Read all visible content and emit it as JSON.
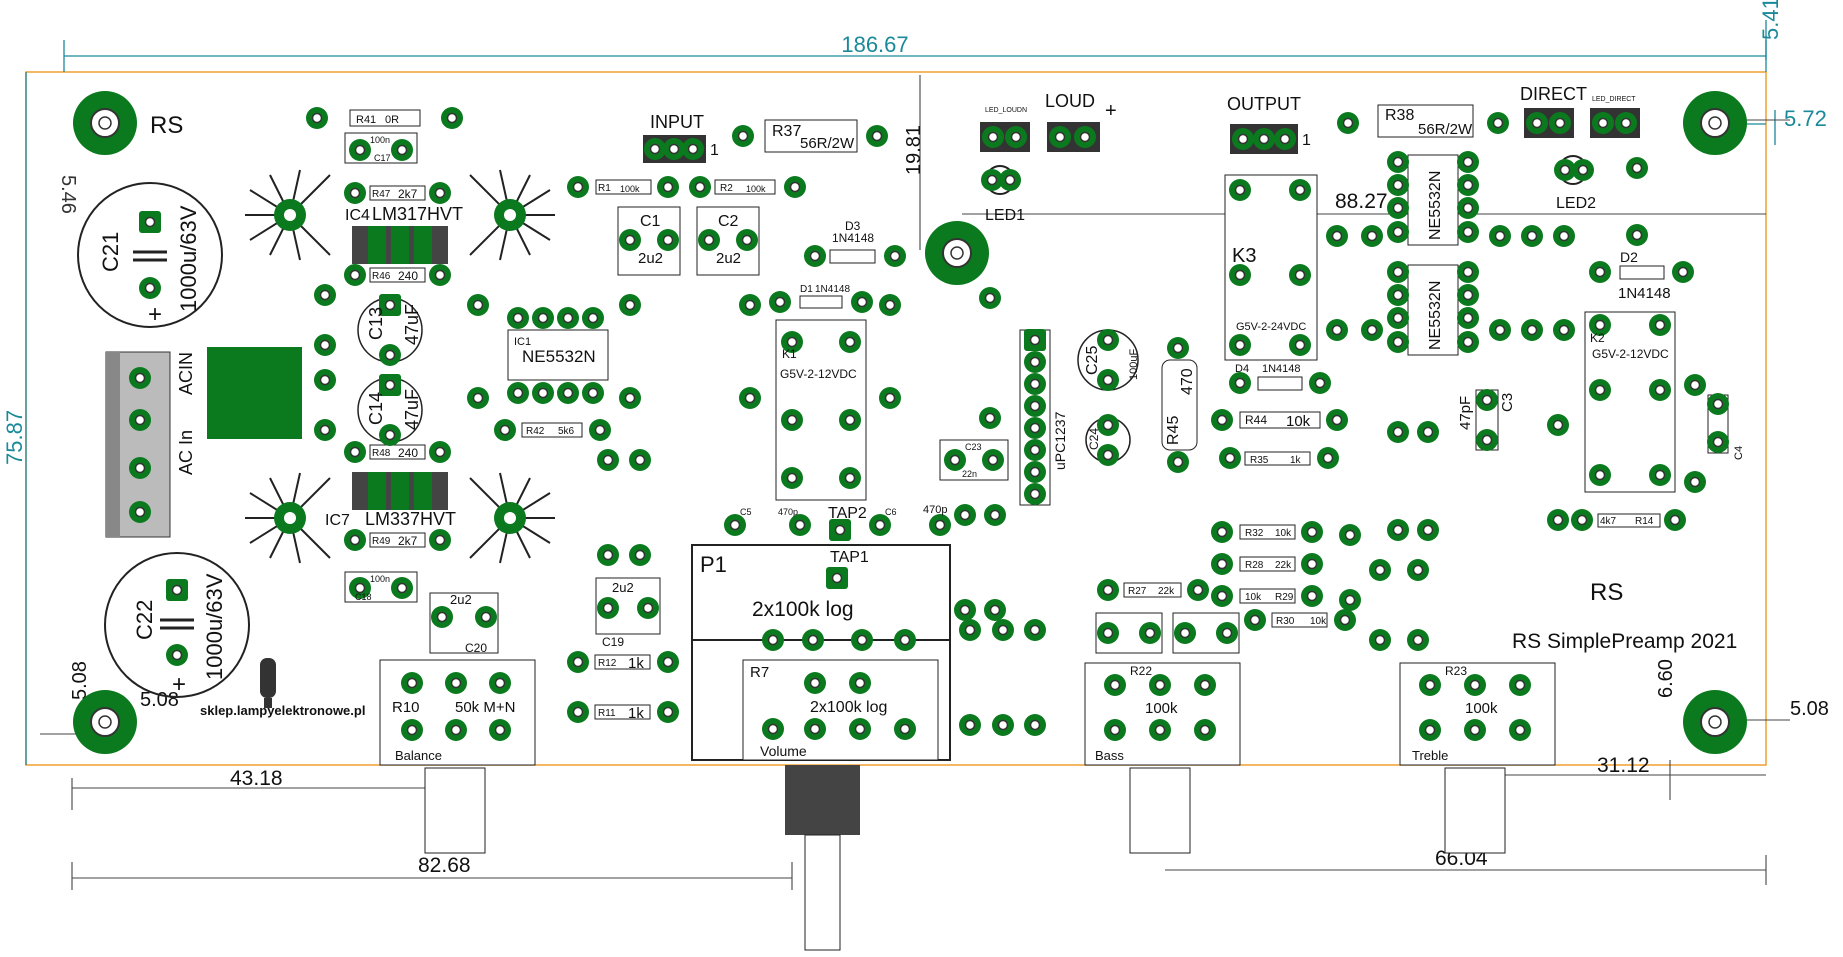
{
  "board": {
    "title": "RS SimplePreamp 2021",
    "brand": "RS",
    "shop": "sklep.lampyelektronowe.pl"
  },
  "dimensions": {
    "top_width": "186.67",
    "top_margin": "5.41",
    "right_hole": "5.72",
    "left_hole": "5.46",
    "height": "75.87",
    "bottom_left_small": "5.08",
    "left_x": "5.08",
    "balance_x": "43.18",
    "volume_x": "82.68",
    "mid_x": "88.27",
    "treble_x": "66.04",
    "right_x": "31.12",
    "right_hole_bottom": "5.08",
    "vert_mid": "19.81",
    "right_vert": "6.60"
  },
  "connectors": {
    "input": "INPUT",
    "loud": "LOUD",
    "output": "OUTPUT",
    "direct": "DIRECT",
    "led_loudn": "LED_LOUDN",
    "led_direct": "LED_DIRECT",
    "acin": "ACIN",
    "ac_in": "AC In",
    "pin1": "1"
  },
  "pots": {
    "p1": "P1",
    "p1_val": "2x100k log",
    "tap1": "TAP1",
    "tap2": "TAP2",
    "r7": "R7",
    "r7_val": "2x100k log",
    "volume": "Volume",
    "r10": "R10",
    "r10_val": "50k M+N",
    "balance": "Balance",
    "r22": "R22",
    "r22_val": "100k",
    "bass": "Bass",
    "r23": "R23",
    "r23_val": "100k",
    "treble": "Treble"
  },
  "ics": {
    "ic1": "NE5532N",
    "ic1_ref": "IC1",
    "ic2": "NE5532N",
    "ic3": "NE5532N",
    "ic4": "LM317HVT",
    "ic4_ref": "IC4",
    "ic7": "LM337HVT",
    "ic7_ref": "IC7",
    "upc": "uPC1237"
  },
  "relays": {
    "k1": "K1",
    "k1_val": "G5V-2-12VDC",
    "k2": "K2",
    "k2_val": "G5V-2-12VDC",
    "k3": "K3",
    "k3_val": "G5V-2-24VDC"
  },
  "caps": {
    "c21": "C21",
    "c21_val": "1000u/63V",
    "c22": "C22",
    "c22_val": "1000u/63V",
    "c13": "C13",
    "c13_val": "47uF",
    "c14": "C14",
    "c14_val": "47uF",
    "c25": "C25",
    "c25_val": "100uF",
    "c24": "C24",
    "c1": "C1",
    "c1_val": "2u2",
    "c2": "C2",
    "c2_val": "2u2",
    "c19": "C19",
    "c19_val": "2u2",
    "c20": "C20",
    "c20_val": "2u2",
    "c3": "C3",
    "c3_val": "47pF",
    "c4": "C4",
    "c23": "C23",
    "c23_val": "22n",
    "c5": "C5",
    "c6": "C6",
    "c470p": "470p",
    "c17": "C17",
    "c18": "C18",
    "c100n": "100n"
  },
  "resistors": {
    "r37": "R37",
    "r37_val": "56R/2W",
    "r38": "R38",
    "r38_val": "56R/2W",
    "r41": "R41",
    "r41_val": "0R",
    "r42": "R42",
    "r42_val": "5k6",
    "r44": "R44",
    "r44_val": "10k",
    "r35": "R35",
    "r35_val": "1k",
    "r45": "R45",
    "r45_val": "470",
    "r1": "R1",
    "r1_val": "100k",
    "r2": "R2",
    "r2_val": "100k",
    "r12": "R12",
    "r12_val": "1k",
    "r11": "R11",
    "r11_val": "1k",
    "r27": "R27",
    "r27_val": "22k",
    "r32": "R32",
    "r32_val": "10k",
    "r28": "R28",
    "r28_val": "22k",
    "r29": "R29",
    "r29_val": "10k",
    "r30": "R30",
    "r30_val": "10k",
    "r14": "R14",
    "r14_val": "4k7",
    "r47": "R47",
    "r49": "R49",
    "r2k7": "2k7",
    "r46": "R46",
    "r48": "R48",
    "r240": "240"
  },
  "diodes": {
    "d1": "D1",
    "d2": "D2",
    "d3": "D3",
    "d4": "D4",
    "part": "1N4148",
    "led1": "LED1",
    "led2": "LED2"
  },
  "colors": {
    "pad": "#0b7a1e",
    "dim_line": "#1a8a9a",
    "edge": "#f0a030",
    "silk": "#111111"
  }
}
